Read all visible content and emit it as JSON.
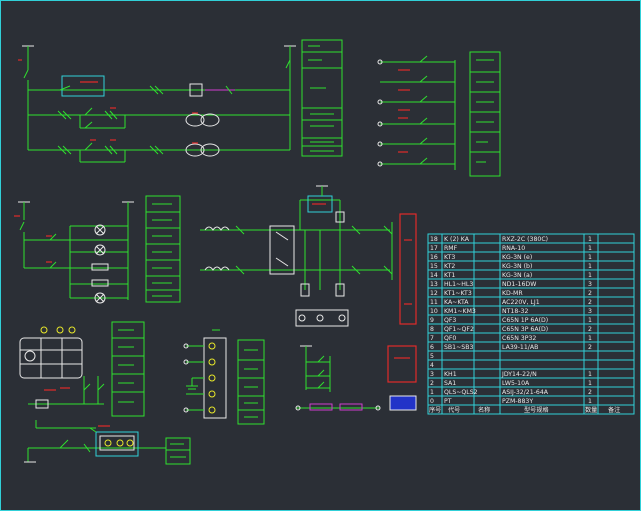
{
  "bom": {
    "rows": [
      {
        "no": "18",
        "code": "K (2) KA",
        "name": "",
        "model": "RXZ-2C (380C)",
        "qty": "1"
      },
      {
        "no": "17",
        "code": "RMF",
        "name": "",
        "model": "RNA-10",
        "qty": "1"
      },
      {
        "no": "16",
        "code": "KT3",
        "name": "",
        "model": "KG-3N (e)",
        "qty": "1"
      },
      {
        "no": "15",
        "code": "KT2",
        "name": "",
        "model": "KG-3N (b)",
        "qty": "1"
      },
      {
        "no": "14",
        "code": "KT1",
        "name": "",
        "model": "KG-3N (a)",
        "qty": "1"
      },
      {
        "no": "13",
        "code": "HL1~HL3",
        "name": "",
        "model": "ND1-16DW",
        "qty": "3"
      },
      {
        "no": "12",
        "code": "KT1~KT3",
        "name": "",
        "model": "KD-MR",
        "qty": "2"
      },
      {
        "no": "11",
        "code": "KA~KTA",
        "name": "",
        "model": "AC220V, LJ1",
        "qty": "2"
      },
      {
        "no": "10",
        "code": "KM1~KM3",
        "name": "",
        "model": "NT18-32",
        "qty": "3"
      },
      {
        "no": "9",
        "code": "QF3",
        "name": "",
        "model": "C65N 1P 6A(D)",
        "qty": "1"
      },
      {
        "no": "8",
        "code": "QF1~QF2",
        "name": "",
        "model": "C65N 3P 6A(D)",
        "qty": "2"
      },
      {
        "no": "7",
        "code": "QF0",
        "name": "",
        "model": "C65N 3P32",
        "qty": "1"
      },
      {
        "no": "6",
        "code": "SB1~SB3",
        "name": "",
        "model": "LA39-11/AB",
        "qty": "2"
      },
      {
        "no": "5",
        "code": "",
        "name": "",
        "model": "",
        "qty": ""
      },
      {
        "no": "4",
        "code": "",
        "name": "",
        "model": "",
        "qty": ""
      },
      {
        "no": "3",
        "code": "KH1",
        "name": "",
        "model": "JDY14-22/N",
        "qty": "1"
      },
      {
        "no": "2",
        "code": "SA1",
        "name": "",
        "model": "LW5-10A",
        "qty": "1"
      },
      {
        "no": "1",
        "code": "QLS~QLS2",
        "name": "",
        "model": "ASIJ-32/21-64A",
        "qty": "2"
      },
      {
        "no": "0",
        "code": "PT",
        "name": "",
        "model": "PZM-883Y",
        "qty": "1"
      }
    ],
    "header": {
      "no": "序号",
      "code": "代号",
      "name": "名称",
      "model": "型号规格",
      "qty": "数量",
      "note": "备注"
    }
  }
}
